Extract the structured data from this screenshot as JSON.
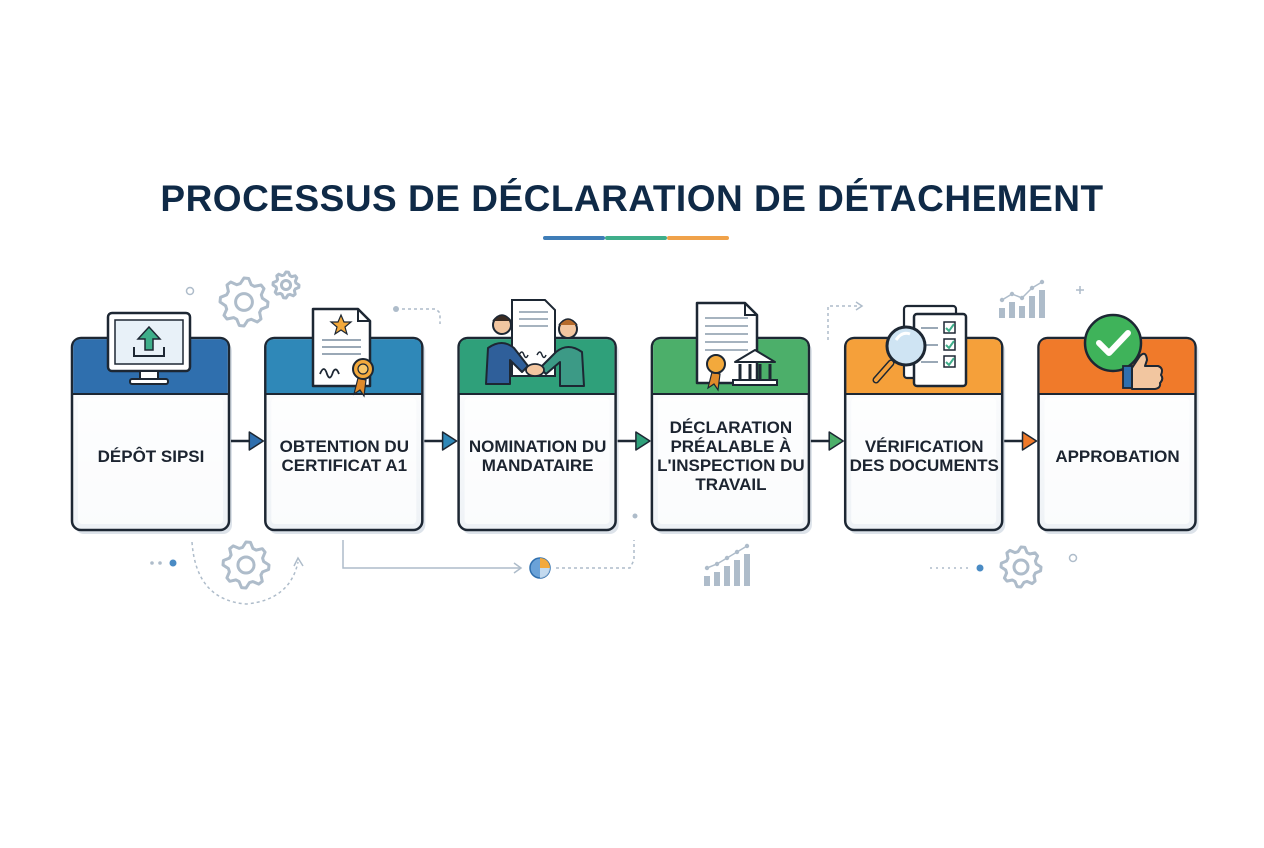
{
  "title": "PROCESSUS DE DÉCLARATION DE DÉTACHEMENT",
  "colors": {
    "title": "#0f2a47",
    "outline": "#1d2733",
    "underline": [
      "#3f7db7",
      "#3fae8a",
      "#f0a24a"
    ],
    "step_headers": [
      "#2f6fae",
      "#2f88b8",
      "#2fa07a",
      "#4caf6a",
      "#f5a03a",
      "#f07a2a"
    ],
    "arrows": [
      "#2f6fae",
      "#2f88b8",
      "#2fa07a",
      "#4caf6a",
      "#f07a2a"
    ],
    "decor": "#aebcca"
  },
  "steps": [
    {
      "label": "DÉPÔT SIPSI",
      "icon": "computer-upload-icon"
    },
    {
      "label": "OBTENTION DU CERTIFICAT A1",
      "icon": "certificate-icon"
    },
    {
      "label": "NOMINATION DU MANDATAIRE",
      "icon": "handshake-icon"
    },
    {
      "label": "DÉCLARATION PRÉALABLE À L'INSPECTION DU TRAVAIL",
      "icon": "document-bank-icon"
    },
    {
      "label": "VÉRIFICATION DES DOCUMENTS",
      "icon": "magnifier-checklist-icon"
    },
    {
      "label": "APPROBATION",
      "icon": "checkmark-thumbs-up-icon"
    }
  ]
}
